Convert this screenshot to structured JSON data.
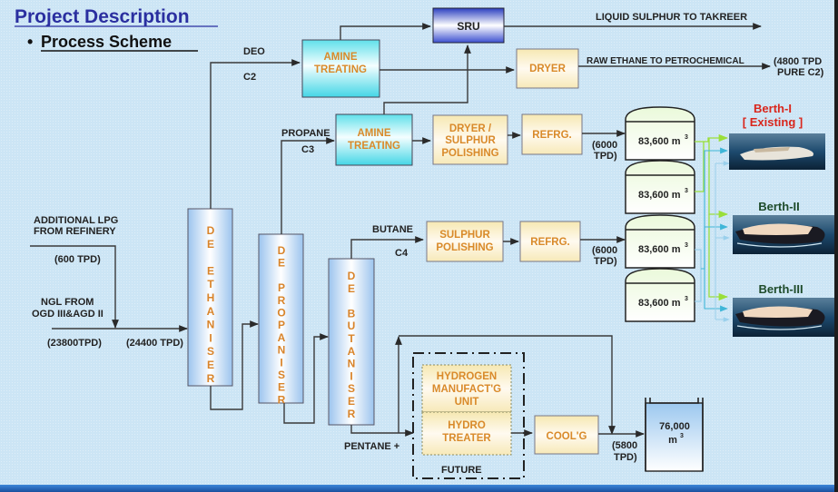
{
  "header": {
    "title": "Project Description",
    "subtitle": "Process Scheme",
    "bullet": "•"
  },
  "inputs": {
    "additional_lpg": [
      "ADDITIONAL LPG",
      "FROM REFINERY"
    ],
    "additional_lpg_rate": "(600 TPD)",
    "ngl": [
      "NGL FROM",
      "OGD III&AGD II"
    ],
    "ngl_rate": "(23800TPD)",
    "combined_rate": "(24400 TPD)"
  },
  "columns": {
    "deethaniser": [
      "D",
      "E",
      "",
      "E",
      "T",
      "H",
      "A",
      "N",
      "I",
      "S",
      "E",
      "R"
    ],
    "depropaniser": [
      "D",
      "E",
      "",
      "P",
      "R",
      "O",
      "P",
      "A",
      "N",
      "I",
      "S",
      "E",
      "R"
    ],
    "debutaniser": [
      "D",
      "E",
      "",
      "B",
      "U",
      "T",
      "A",
      "N",
      "I",
      "S",
      "E",
      "R"
    ]
  },
  "streams": {
    "deo": "DEO",
    "c2": "C2",
    "propane": "PROPANE",
    "c3": "C3",
    "butane": "BUTANE",
    "c4": "C4",
    "pentane": "PENTANE +"
  },
  "units": {
    "sru": "SRU",
    "amine_c2": [
      "AMINE",
      "TREATING"
    ],
    "amine_c3": [
      "AMINE",
      "TREATING"
    ],
    "dryer": "DRYER",
    "dryer_sulphur": [
      "DRYER /",
      "SULPHUR",
      "POLISHING"
    ],
    "refrg_c3": "REFRG.",
    "sulphur_polishing": [
      "SULPHUR",
      "POLISHING"
    ],
    "refrg_c4": "REFRG.",
    "hydrogen": [
      "HYDROGEN",
      "MANUFACT'G",
      "UNIT"
    ],
    "hydrotreater": [
      "HYDRO",
      "TREATER"
    ],
    "cooling": "COOL'G",
    "future": "FUTURE"
  },
  "outputs": {
    "liquid_sulphur": "LIQUID SULPHUR TO TAKREER",
    "raw_ethane": "RAW ETHANE TO PETROCHEMICAL",
    "ethane_rate": [
      "(4800 TPD",
      "PURE C2)"
    ],
    "propane_rate": [
      "(6000",
      "TPD)"
    ],
    "butane_rate": [
      "(6000",
      "TPD)"
    ],
    "pentane_rate": [
      "(5800",
      "TPD)"
    ]
  },
  "tanks": {
    "spheres": [
      {
        "capacity": "83,600 m",
        "unit_sup": "3"
      },
      {
        "capacity": "83,600 m",
        "unit_sup": "3"
      },
      {
        "capacity": "83,600 m",
        "unit_sup": "3"
      },
      {
        "capacity": "83,600 m",
        "unit_sup": "3"
      }
    ],
    "pentane_tank": {
      "capacity": "76,000",
      "unit": "m",
      "unit_sup": "3"
    }
  },
  "berths": [
    {
      "name": "Berth-I",
      "note": "[ Existing ]",
      "color": "#d9261c"
    },
    {
      "name": "Berth-II",
      "note": "",
      "color": "#1e4b2a"
    },
    {
      "name": "Berth-III",
      "note": "",
      "color": "#1e4b2a"
    }
  ],
  "colors": {
    "amine_box": "#5fe0ea",
    "sru_box": "#3347c8",
    "process_box": "#fbf0c8",
    "column": "#a9cdf0",
    "label_orange": "#d98a2a",
    "line_green": "#9adf3a",
    "line_cyan": "#3fb6d8",
    "line_lightblue": "#8fcbe8"
  }
}
